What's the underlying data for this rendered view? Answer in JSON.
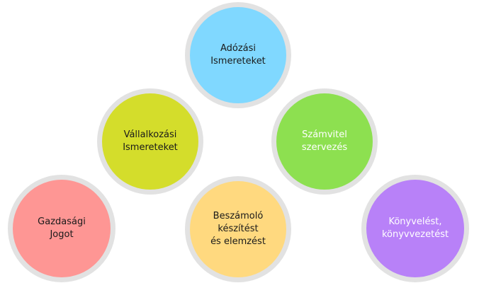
{
  "diagram": {
    "nodes": [
      {
        "id": "adozasi",
        "label": "Adózási\nIsmereteket",
        "fill": "#80d8ff",
        "text_color": "#1a1a1a"
      },
      {
        "id": "vallalkozasi",
        "label": "Vállalkozási\nIsmereteket",
        "fill": "#d4dd2b",
        "text_color": "#1a1a1a"
      },
      {
        "id": "szamvitel",
        "label": "Számvitel\nszervezés",
        "fill": "#8de050",
        "text_color": "#ffffff"
      },
      {
        "id": "gazdasagi",
        "label": "Gazdasági\nJogot",
        "fill": "#fe9694",
        "text_color": "#1a1a1a"
      },
      {
        "id": "beszamolo",
        "label": "Beszámoló\nkészítést\nés elemzést",
        "fill": "#ffd97f",
        "text_color": "#1a1a1a"
      },
      {
        "id": "konyveles",
        "label": "Könyvelést,\nkönyvvezetést",
        "fill": "#b881f8",
        "text_color": "#ffffff"
      }
    ],
    "border_color": "#e2e2e2"
  }
}
